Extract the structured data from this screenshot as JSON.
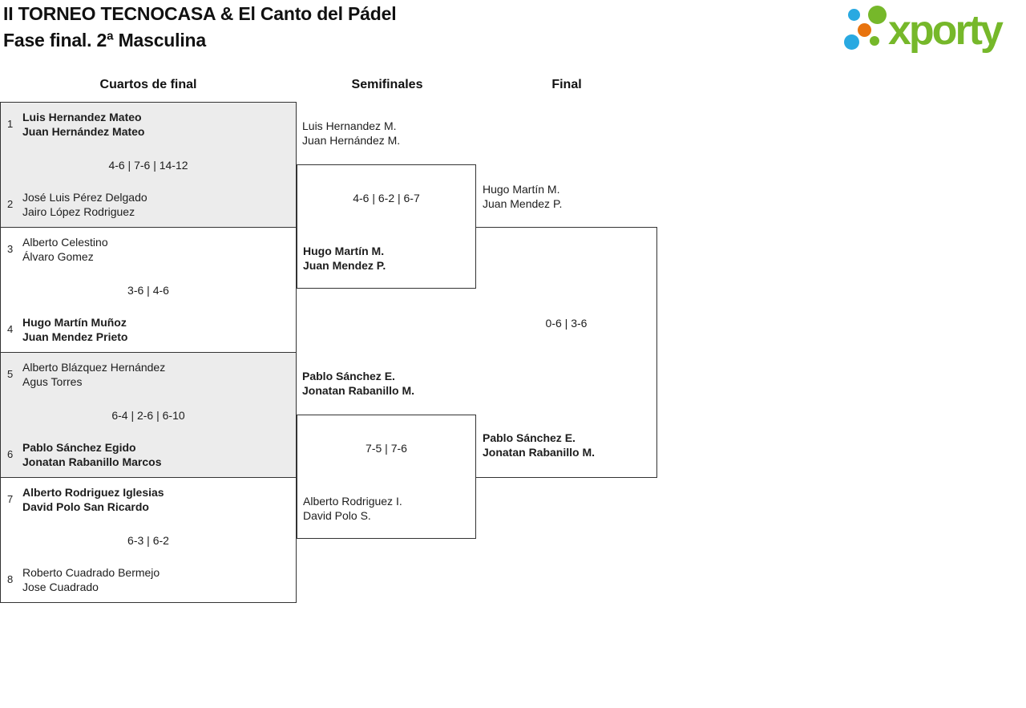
{
  "header": {
    "title_line1": "II TORNEO TECNOCASA & El Canto del Pádel",
    "title_line2": "Fase final. 2ª Masculina"
  },
  "logo": {
    "wordmark": "xporty",
    "green": "#76b82a",
    "blue": "#29a9e1",
    "orange": "#e8730e"
  },
  "colors": {
    "box_gray": "#ececec",
    "border": "#333333",
    "text": "#1d1d1d"
  },
  "round_headers": {
    "quarterfinals": "Cuartos de final",
    "semifinals": "Semifinales",
    "final": "Final"
  },
  "bracket": {
    "quarterfinals": [
      {
        "seed_top": "1",
        "team_top": [
          "Luis Hernandez Mateo",
          "Juan Hernández Mateo"
        ],
        "top_winner": true,
        "score": "4-6 | 7-6 | 14-12",
        "seed_bottom": "2",
        "team_bottom": [
          "José Luis Pérez Delgado",
          "Jairo López Rodriguez"
        ],
        "bottom_winner": false
      },
      {
        "seed_top": "3",
        "team_top": [
          "Alberto Celestino",
          "Álvaro Gomez"
        ],
        "top_winner": false,
        "score": "3-6 | 4-6",
        "seed_bottom": "4",
        "team_bottom": [
          "Hugo Martín Muñoz",
          "Juan Mendez Prieto"
        ],
        "bottom_winner": true
      },
      {
        "seed_top": "5",
        "team_top": [
          "Alberto Blázquez Hernández",
          "Agus Torres"
        ],
        "top_winner": false,
        "score": "6-4 | 2-6 | 6-10",
        "seed_bottom": "6",
        "team_bottom": [
          "Pablo Sánchez Egido",
          "Jonatan Rabanillo Marcos"
        ],
        "bottom_winner": true
      },
      {
        "seed_top": "7",
        "team_top": [
          "Alberto Rodriguez Iglesias",
          "David Polo San Ricardo"
        ],
        "top_winner": true,
        "score": "6-3 | 6-2",
        "seed_bottom": "8",
        "team_bottom": [
          "Roberto Cuadrado Bermejo",
          "Jose Cuadrado"
        ],
        "bottom_winner": false
      }
    ],
    "semifinals": [
      {
        "team_top": [
          "Luis Hernandez M.",
          "Juan Hernández M."
        ],
        "top_winner": false,
        "score": "4-6 | 6-2 | 6-7",
        "team_bottom": [
          "Hugo Martín M.",
          "Juan Mendez P."
        ],
        "bottom_winner": true
      },
      {
        "team_top": [
          "Pablo Sánchez E.",
          "Jonatan Rabanillo M."
        ],
        "top_winner": true,
        "score": "7-5 | 7-6",
        "team_bottom": [
          "Alberto Rodriguez I.",
          "David Polo S."
        ],
        "bottom_winner": false
      }
    ],
    "final": {
      "team_top": [
        "Hugo Martín M.",
        "Juan Mendez P."
      ],
      "top_winner": false,
      "score": "0-6 | 3-6",
      "team_bottom": [
        "Pablo Sánchez E.",
        "Jonatan Rabanillo M."
      ],
      "bottom_winner": true
    }
  }
}
